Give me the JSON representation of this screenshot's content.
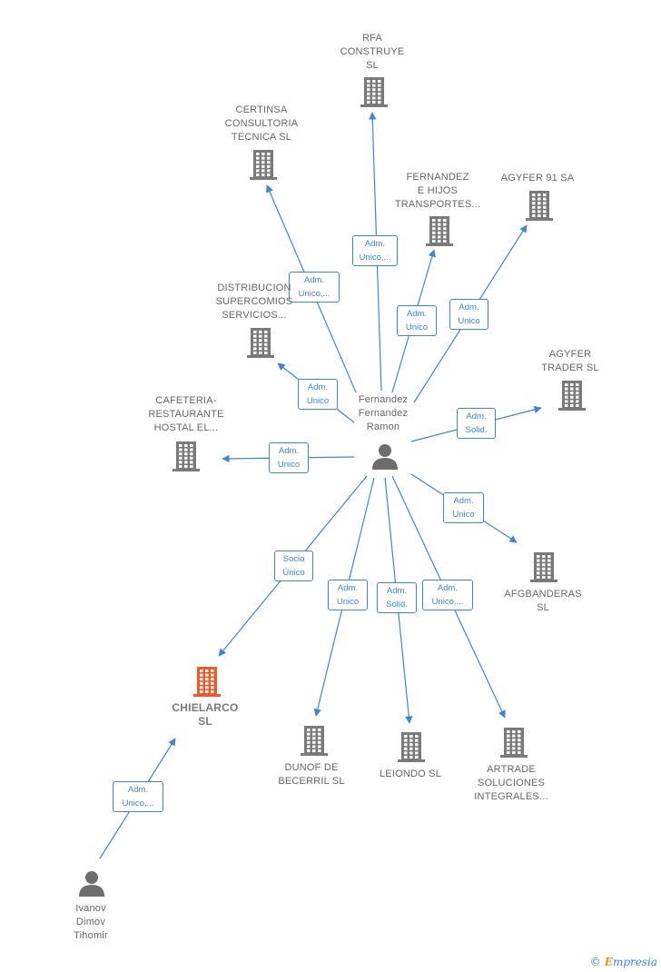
{
  "colors": {
    "edge": "#3d85d6",
    "building": "#7a7a7a",
    "building_highlight": "#f05a28",
    "person": "#6d6d6d",
    "label": "#666666"
  },
  "nodes": [
    {
      "id": "rfa",
      "type": "company",
      "label": "RFA\nCONSTRUYE\nSL"
    },
    {
      "id": "certinsa",
      "type": "company",
      "label": "CERTINSA\nCONSULTORIA\nTECNICA SL"
    },
    {
      "id": "fernandez_hijos",
      "type": "company",
      "label": "FERNANDEZ\nE HIJOS\nTRANSPORTES..."
    },
    {
      "id": "agyfer91",
      "type": "company",
      "label": "AGYFER 91 SA"
    },
    {
      "id": "distribucion",
      "type": "company",
      "label": "DISTRIBUCION\nSUPERCOMIOS\nSERVICIOS..."
    },
    {
      "id": "agyfer_trader",
      "type": "company",
      "label": "AGYFER\nTRADER SL"
    },
    {
      "id": "cafeteria",
      "type": "company",
      "label": "CAFETERIA-\nRESTAURANTE\nHOSTAL EL..."
    },
    {
      "id": "fernandez",
      "type": "person",
      "label": "Fernandez\nFernandez\nRamon"
    },
    {
      "id": "afgbanderas",
      "type": "company",
      "label": "AFGBANDERAS\nSL"
    },
    {
      "id": "chielarco",
      "type": "company",
      "highlight": true,
      "label": "CHIELARCO\nSL"
    },
    {
      "id": "dunof",
      "type": "company",
      "label": "DUNOF DE\nBECERRIL SL"
    },
    {
      "id": "leiondo",
      "type": "company",
      "label": "LEIONDO  SL"
    },
    {
      "id": "artrade",
      "type": "company",
      "label": "ARTRADE\nSOLUCIONES\nINTEGRALES..."
    },
    {
      "id": "ivanov",
      "type": "person",
      "label": "Ivanov\nDimov\nTihomir"
    }
  ],
  "edges": [
    {
      "from": "fernandez",
      "to": "rfa",
      "label": "Adm.\nUnico,..."
    },
    {
      "from": "fernandez",
      "to": "certinsa",
      "label": "Adm.\nUnico,..."
    },
    {
      "from": "fernandez",
      "to": "fernandez_hijos",
      "label": "Adm.\nUnico"
    },
    {
      "from": "fernandez",
      "to": "agyfer91",
      "label": "Adm.\nUnico"
    },
    {
      "from": "fernandez",
      "to": "distribucion",
      "label": "Adm.\nUnico"
    },
    {
      "from": "fernandez",
      "to": "agyfer_trader",
      "label": "Adm.\nSolid."
    },
    {
      "from": "fernandez",
      "to": "cafeteria",
      "label": "Adm.\nUnico"
    },
    {
      "from": "fernandez",
      "to": "afgbanderas",
      "label": "Adm.\nUnico"
    },
    {
      "from": "fernandez",
      "to": "chielarco",
      "label": "Socio\nÚnico"
    },
    {
      "from": "fernandez",
      "to": "dunof",
      "label": "Adm.\nUnico"
    },
    {
      "from": "fernandez",
      "to": "leiondo",
      "label": "Adm.\nSolid."
    },
    {
      "from": "fernandez",
      "to": "artrade",
      "label": "Adm.\nUnico,..."
    },
    {
      "from": "ivanov",
      "to": "chielarco",
      "label": "Adm.\nUnico,..."
    }
  ],
  "footer": {
    "copyright": "©",
    "brand_initial": "E",
    "brand_rest": "mpresia"
  }
}
